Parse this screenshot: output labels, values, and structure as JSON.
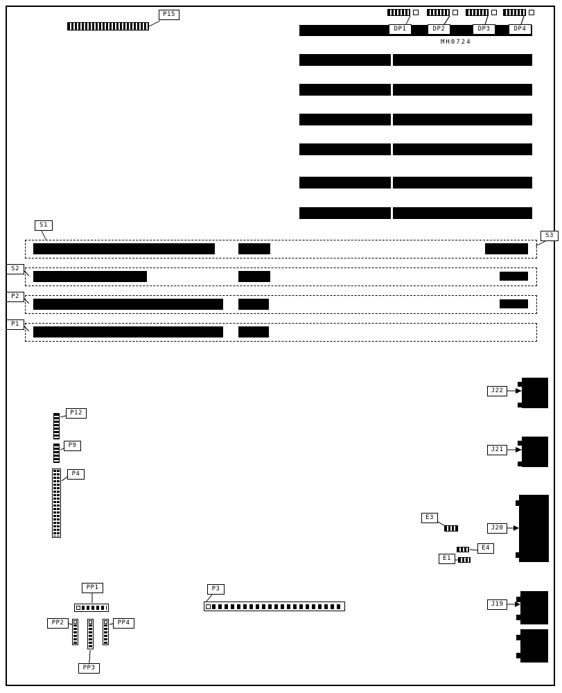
{
  "colors": {
    "ink": "#000000",
    "paper": "#ffffff"
  },
  "board": {
    "part_number": "MH0724",
    "callouts": {
      "p15": "P15",
      "dp1": "DP1",
      "dp2": "DP2",
      "dp3": "DP3",
      "dp4": "DP4",
      "s1": "S1",
      "s3": "S3",
      "s2": "S2",
      "p2": "P2",
      "p1": "P1",
      "p12": "P12",
      "p9": "P9",
      "p4": "P4",
      "e3": "E3",
      "e4": "E4",
      "e1": "E1",
      "j22": "J22",
      "j21": "J21",
      "j20": "J20",
      "j19": "J19",
      "pp1": "PP1",
      "pp2": "PP2",
      "pp3": "PP3",
      "pp4": "PP4",
      "p3": "P3"
    }
  }
}
